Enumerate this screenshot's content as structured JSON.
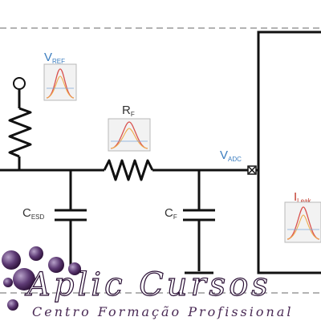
{
  "labels": {
    "vref": {
      "main": "V",
      "sub": "REF"
    },
    "rf": {
      "main": "R",
      "sub": "F"
    },
    "vadc": {
      "main": "V",
      "sub": "ADC"
    },
    "cesd": {
      "main": "C",
      "sub": "ESD"
    },
    "cf": {
      "main": "C",
      "sub": "F"
    },
    "ileak": {
      "main": "I",
      "sub": "Leak"
    }
  },
  "watermark": {
    "brand": "Aplic Cursos",
    "tagline": "Centro Formação Profissional"
  },
  "colors": {
    "wire": "#111111",
    "dash": "#9a9a9a",
    "voltage_label": "#3b7dbf",
    "current_label": "#c0392b",
    "curve_red": "#d9534f",
    "curve_orange": "#f0ad4e",
    "curve_blue": "#7fa8d9",
    "watermark_dark": "#2a0f35"
  }
}
